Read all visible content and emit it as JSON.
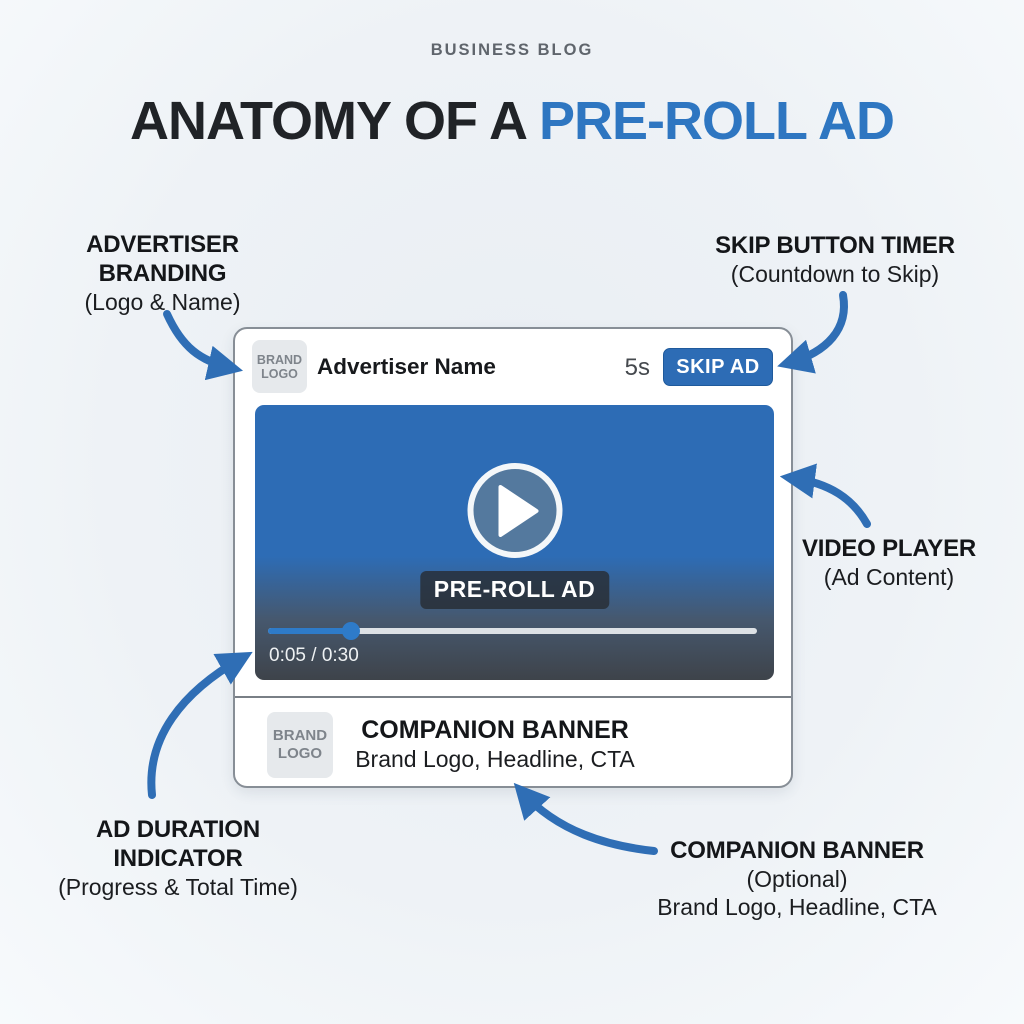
{
  "page": {
    "background": "#eef2f6",
    "accent_blue": "#2e76c1",
    "arrow_blue": "#2f6eb5",
    "player_blue": "#2d6cb5"
  },
  "header": {
    "kicker": "BUSINESS BLOG",
    "title_black": "ANATOMY OF A",
    "title_blue": "PRE-ROLL AD"
  },
  "annotations": {
    "advertiser_branding": {
      "line1": "ADVERTISER",
      "line2": "BRANDING",
      "subtitle": "(Logo & Name)"
    },
    "skip_button_timer": {
      "title": "SKIP BUTTON TIMER",
      "subtitle": "(Countdown to Skip)"
    },
    "video_player": {
      "title": "VIDEO PLAYER",
      "subtitle": "(Ad Content)"
    },
    "ad_duration": {
      "line1": "AD DURATION",
      "line2": "INDICATOR",
      "subtitle": "(Progress & Total Time)"
    },
    "companion_banner": {
      "title": "COMPANION BANNER",
      "subtitle": "(Optional)",
      "detail": "Brand Logo, Headline, CTA"
    }
  },
  "player": {
    "top_bar": {
      "brand_logo": {
        "line1": "BRAND",
        "line2": "LOGO"
      },
      "advertiser_name": "Advertiser Name",
      "countdown": "5s",
      "skip_button_label": "SKIP AD"
    },
    "video": {
      "play_icon": "play-triangle",
      "overlay_label": "PRE-ROLL AD",
      "timestamp": "0:05 / 0:30",
      "progress_percent": 17
    },
    "companion": {
      "brand_logo": {
        "line1": "BRAND",
        "line2": "LOGO"
      },
      "title": "COMPANION BANNER",
      "subtitle": "Brand Logo, Headline, CTA"
    }
  }
}
